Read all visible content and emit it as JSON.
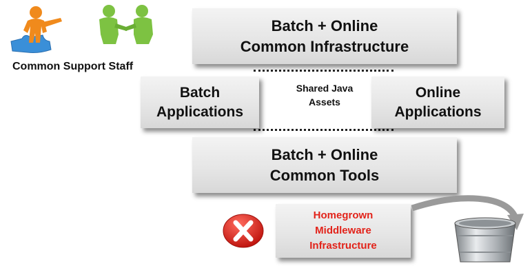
{
  "people": {
    "label": "Common Support Staff",
    "icon": "people-puzzle-handshake-icon"
  },
  "boxes": {
    "infrastructure": [
      "Batch + Online",
      "Common Infrastructure"
    ],
    "batch": [
      "Batch",
      "Applications"
    ],
    "online": [
      "Online",
      "Applications"
    ],
    "tools": [
      "Batch + Online",
      "Common Tools"
    ],
    "middleware": [
      "Homegrown",
      "Middleware",
      "Infrastructure"
    ]
  },
  "shared": [
    "Shared Java",
    "Assets"
  ],
  "icons": {
    "reject": "red-x-icon",
    "bucket": "metal-bucket-icon",
    "arrow": "curved-arrow-icon"
  },
  "colors": {
    "middleware_text": "#e2231a",
    "reject": "#d9201c",
    "figure_orange": "#f08a1c",
    "figure_green": "#7dc242",
    "puzzle_blue": "#3a8fd8"
  }
}
